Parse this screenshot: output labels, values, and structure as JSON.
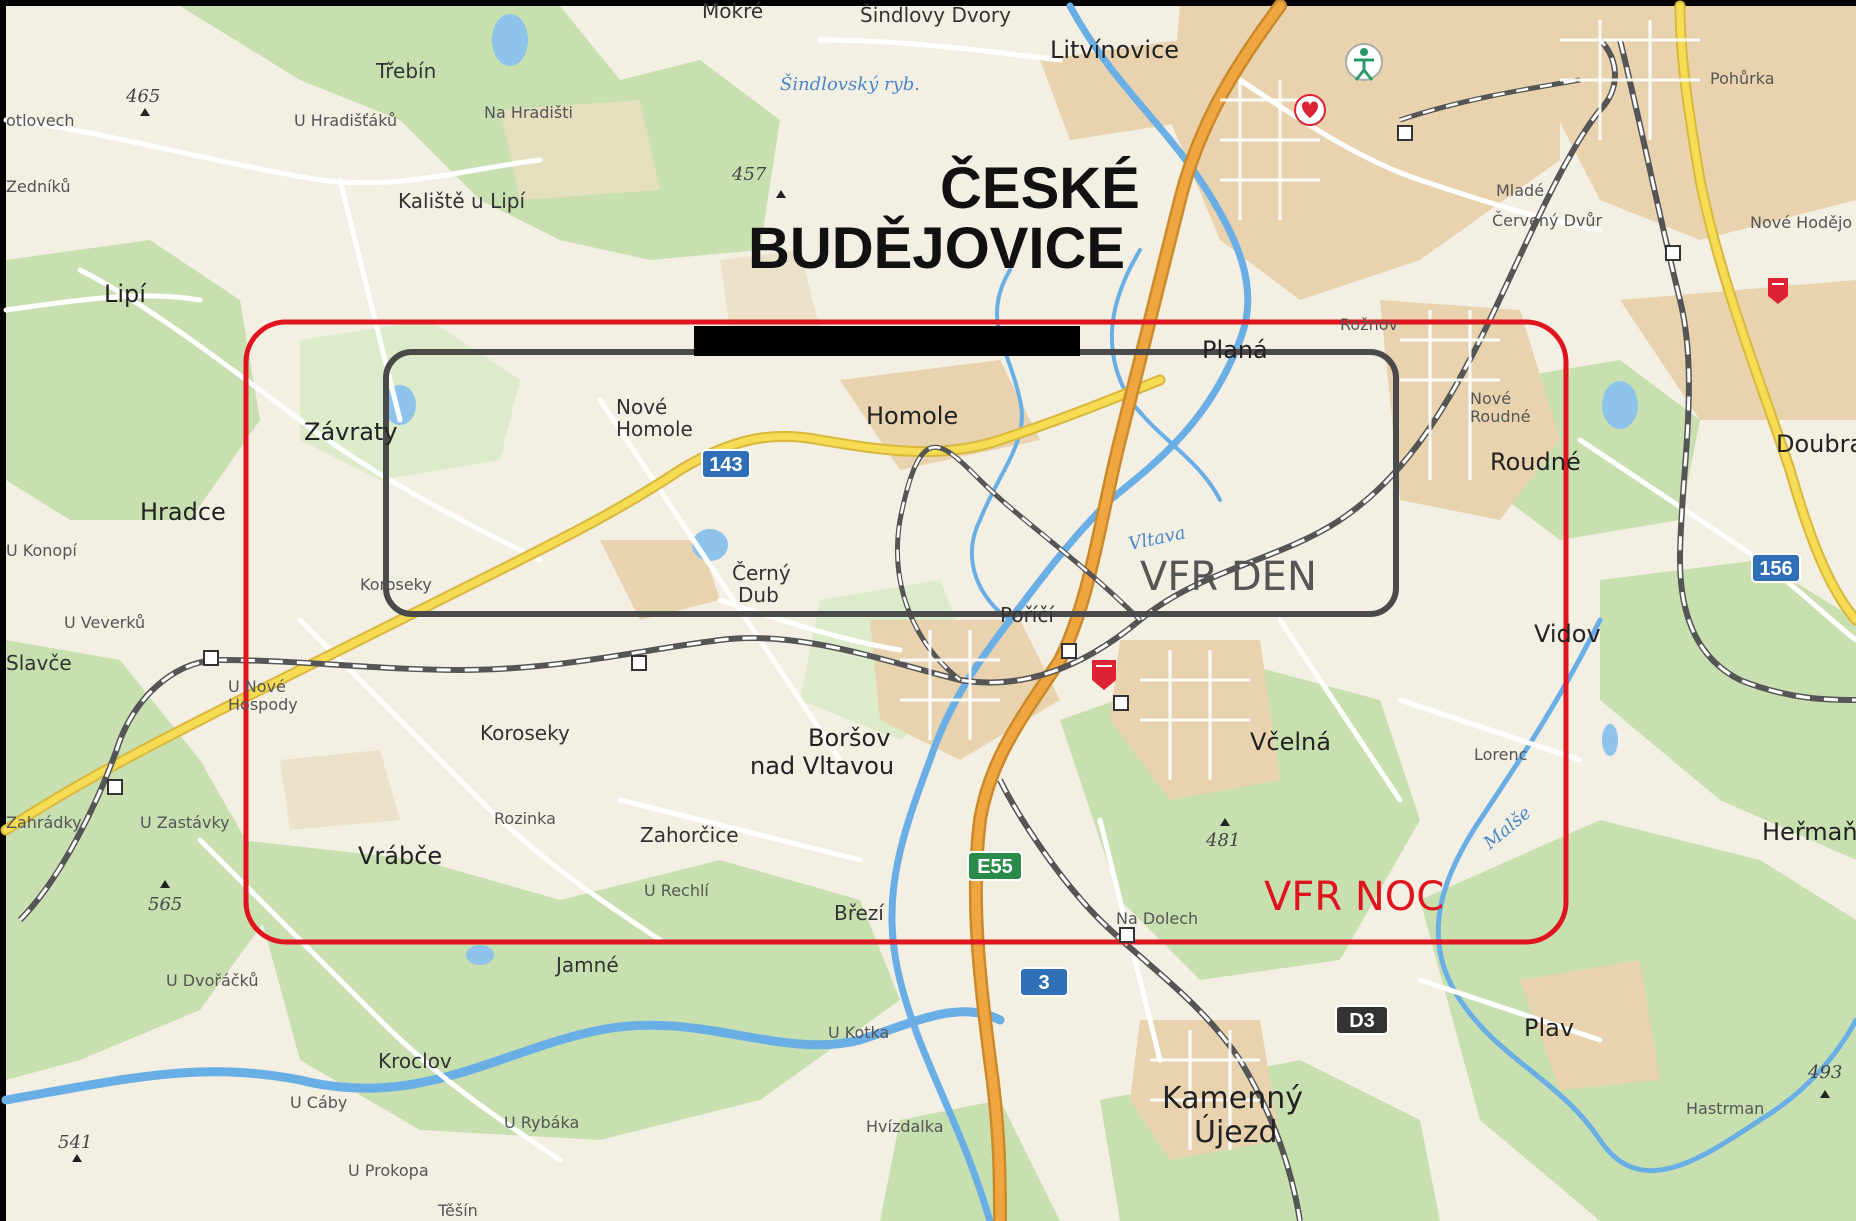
{
  "map": {
    "city_title_line1": "ČESKÉ",
    "city_title_line2": "BUDĚJOVICE",
    "zones": {
      "night": {
        "label": "VFR NOC",
        "color": "#e0141e"
      },
      "day": {
        "label": "VFR DEN",
        "color": "#4a4a4a"
      },
      "runway_color": "#000000"
    },
    "places": {
      "mokre": "Mokré",
      "sindlovy_dvory": "Šindlovy Dvory",
      "litvinovice": "Litvínovice",
      "sindlovsky_ryb": "Šindlovský ryb.",
      "pohurka": "Pohůrka",
      "trebin": "Třebín",
      "u_hradistaku": "U Hradišťáků",
      "na_hradisti": "Na Hradišti",
      "otlovech": "otlovech",
      "zedniku": "Zedníků",
      "kaliste": "Kaliště u Lipí",
      "lipi": "Lipí",
      "mlade": "Mladé",
      "cerveny_dvur": "Červený Dvůr",
      "nove_hodejovice": "Nové Hodějo",
      "rozhov": "Rožnov",
      "plane": "Planá",
      "zavraty": "Závraty",
      "nove_homole_1": "Nové",
      "nove_homole_2": "Homole",
      "homole": "Homole",
      "nove_roudne_1": "Nové",
      "nove_roudne_2": "Roudné",
      "roudne": "Roudné",
      "doubra": "Doubra",
      "hradce": "Hradce",
      "vltava": "Vltava",
      "u_konopi": "U Konopí",
      "cerny_dub_1": "Černý",
      "cerny_dub_2": "Dub",
      "koroseky_top": "Koroseky",
      "u_veverku": "U Veverků",
      "porici": "Poříčí",
      "vidov": "Vidov",
      "slavce": "Slavče",
      "u_nove_hospody_1": "U Nové",
      "u_nove_hospody_2": "Hospody",
      "koroseky": "Koroseky",
      "borsov_1": "Boršov",
      "borsov_2": "nad Vltavou",
      "vcelna": "Včelná",
      "lorenc": "Lorenc",
      "zahradky": "Zahrádky",
      "u_zastavky": "U Zastávky",
      "rozinka": "Rozinka",
      "zahorcice": "Zahorčice",
      "malse": "Malše",
      "hermani": "Heřmaň",
      "vrabce": "Vrábče",
      "u_rechli": "U Rechlí",
      "brezi": "Březí",
      "na_dolech": "Na Dolech",
      "u_dvoracku": "U Dvořáčků",
      "jamne": "Jamné",
      "u_kotka": "U Kotka",
      "plav": "Plav",
      "kroclov": "Kroclov",
      "kamenny_1": "Kamenný",
      "kamenny_2": "Újezd",
      "u_caby": "U Cáby",
      "u_rybaka": "U Rybáka",
      "hvizdalka": "Hvízdalka",
      "hastrman": "Hastrman",
      "u_prokopa": "U Prokopa",
      "tesin": "Těšín"
    },
    "elevations": {
      "e465": "465",
      "e457": "457",
      "e565": "565",
      "e481": "481",
      "e541": "541",
      "e493": "493"
    },
    "road_shields": {
      "r143": "143",
      "r156": "156",
      "e55": "E55",
      "r3": "3",
      "d3": "D3"
    },
    "icons": [
      "hospital-icon",
      "castle-icon",
      "accessibility-icon",
      "railway-station-icon"
    ]
  }
}
